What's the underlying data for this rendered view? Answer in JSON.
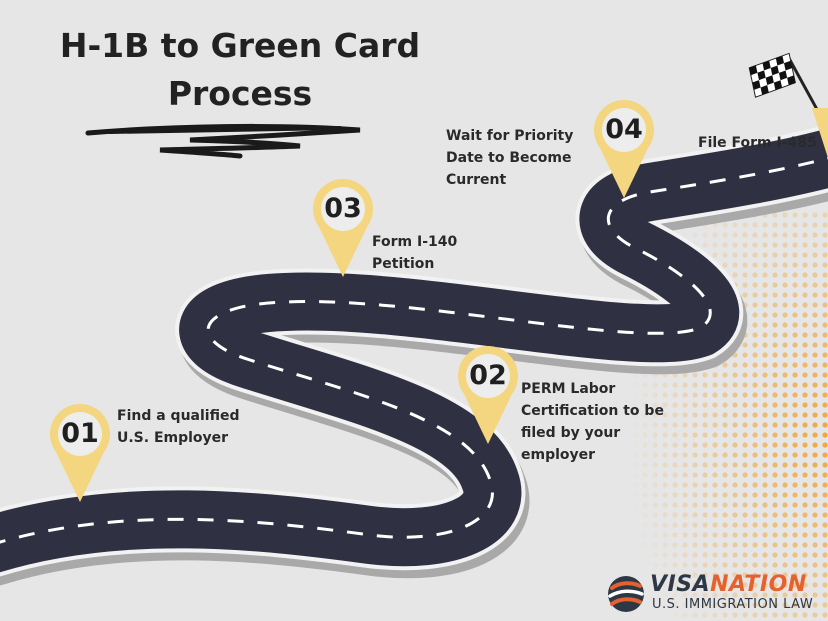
{
  "title_line1": "H-1B to Green Card",
  "title_line2": "Process",
  "steps": [
    {
      "num": "01",
      "lines": [
        "Find a qualified",
        "U.S. Employer"
      ]
    },
    {
      "num": "02",
      "lines": [
        "PERM Labor",
        "Certification to be",
        "filed by your",
        "employer"
      ]
    },
    {
      "num": "03",
      "lines": [
        "Form I-140",
        "Petition"
      ]
    },
    {
      "num": "04",
      "lines": [
        "Wait for Priority",
        "Date to Become",
        "Current"
      ]
    }
  ],
  "final_step": "File Form I-485",
  "logo": {
    "brand_a": "VISA",
    "brand_b": "NATION",
    "tagline": "U.S. IMMIGRATION LAW"
  },
  "colors": {
    "background": "#e6e6e6",
    "road": "#2f3142",
    "pin": "#f3d67f",
    "dots": "#f0a63a",
    "logo_accent": "#e5612d",
    "logo_dark": "#2d3746"
  },
  "icons": [
    "checkered-flag-icon",
    "location-pin-icon",
    "brush-stroke",
    "visanation-logo-icon"
  ]
}
